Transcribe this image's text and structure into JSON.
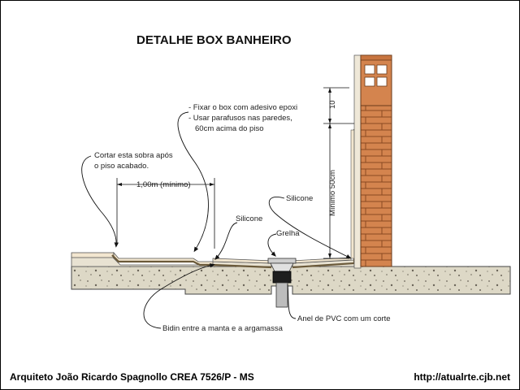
{
  "title": "DETALHE BOX BANHEIRO",
  "notes": {
    "fix_line1": "- Fixar o box com adesivo epoxi",
    "fix_line2": "- Usar parafusos nas paredes,",
    "fix_line3": "60cm acima do piso",
    "cut_line1": "Cortar esta sobra após",
    "cut_line2": "o piso acabado."
  },
  "dimensions": {
    "min_width": "1,00m (mínimo)",
    "height_10": "10",
    "min_height": "Mínimo 50cm"
  },
  "labels": {
    "silicone_right": "Silicone",
    "silicone_left": "Silicone",
    "grelha": "Grelha",
    "anel": "Anel de PVC com um corte",
    "bidin": "Bidin entre a manta e a argamassa"
  },
  "footer": {
    "author": "Arquiteto João Ricardo Spagnollo CREA 7526/P - MS",
    "url": "http://atualrte.cjb.net"
  },
  "colors": {
    "brick": "#d4844e",
    "mortar_joint": "#8a4a22",
    "concrete": "#ddd8c8",
    "tile": "#f2e6cf",
    "membrane": "#6b5a3a"
  }
}
